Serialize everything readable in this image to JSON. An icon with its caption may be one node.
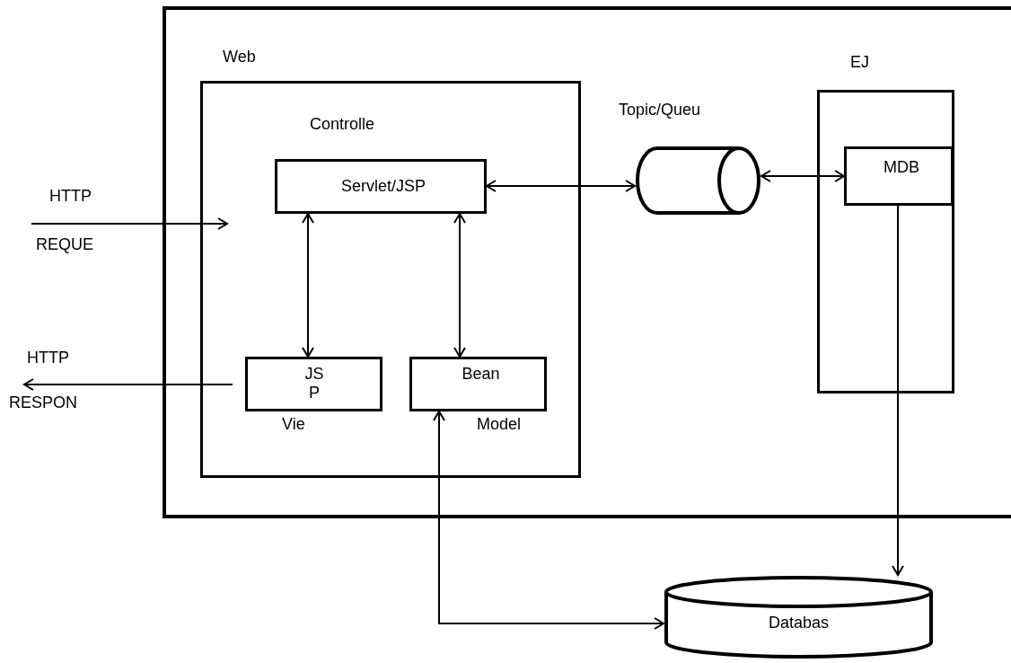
{
  "diagram": {
    "nodes": [
      {
        "text": [],
        "shape": "box"
      },
      {
        "text": [
          "Web"
        ],
        "in": 0
      },
      {
        "text": [
          "Servlet/JSP"
        ],
        "beside": [
          "Controlle"
        ],
        "in": 1
      },
      {
        "text": [
          "JS P"
        ],
        "beside": [
          "Vie"
        ],
        "in": 1
      },
      {
        "text": [
          "Bean"
        ],
        "beside": [
          "Model"
        ],
        "in": 1
      },
      {
        "text": [],
        "shape": "cylinder",
        "beside": [
          "Topic/Queu"
        ],
        "in": 0
      },
      {
        "text": [
          "EJ"
        ],
        "in": 0
      },
      {
        "text": [
          "MDB"
        ],
        "in": 6
      },
      {
        "text": [
          "Databas"
        ]
      },
      {
        "text": [
          "RESPON"
        ]
      }
    ],
    "edges": [
      {
        "from": null,
        "to": 1,
        "arrow": "to"
      },
      {
        "from": 3,
        "to": 9,
        "arrow": "to"
      },
      {
        "from": 2,
        "to": 5,
        "arrow": "both"
      },
      {
        "from": 5,
        "to": 7,
        "arrow": "both"
      },
      {
        "from": 2,
        "to": 3,
        "arrow": "both"
      },
      {
        "from": 2,
        "to": 4,
        "arrow": "both"
      },
      {
        "from": 4,
        "to": 8,
        "arrow": "both"
      },
      {
        "from": 7,
        "to": 8,
        "arrow": "to"
      }
    ],
    "labels": [
      "HTTP",
      "REQUE",
      "HTTP"
    ]
  }
}
